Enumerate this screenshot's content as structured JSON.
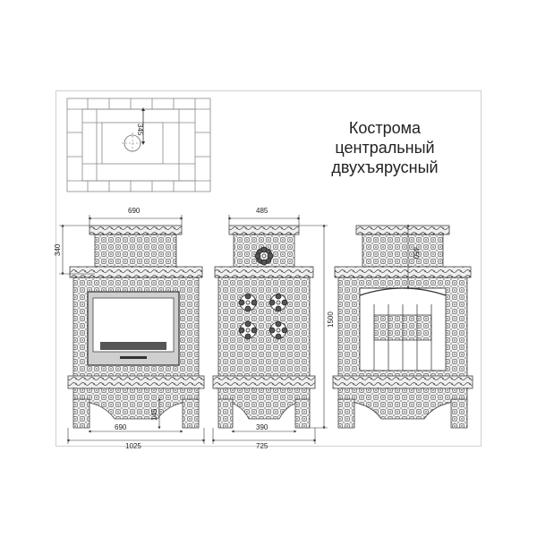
{
  "title": {
    "line1": "Кострома",
    "line2": "центральный",
    "line3": "двухъярусный"
  },
  "dimensions": {
    "plan_depth": "345",
    "front_top_width": "690",
    "front_top_height": "340",
    "front_firebox_width": "690",
    "front_leg_height": "145",
    "front_total_width": "1025",
    "side_top_width": "485",
    "side_bottom_width": "725",
    "side_inner_width": "390",
    "total_height": "1500",
    "section_upper_height": "450"
  }
}
